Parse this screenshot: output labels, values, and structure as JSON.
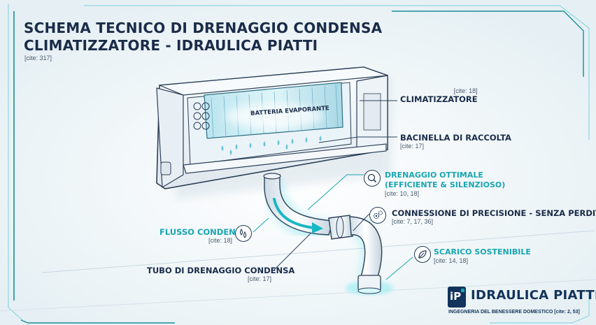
{
  "header": {
    "title_line1": "SCHEMA TECNICO DI DRENAGGIO CONDENSA",
    "title_line2": "CLIMATIZZATORE - IDRAULICA PIATTI",
    "cite": "[cite: 317]"
  },
  "unit": {
    "coil_label": "BATTERIA EVAPORANTE"
  },
  "labels": {
    "climatizzatore": {
      "title": "CLIMATIZZATORE",
      "cite": "[cite: 18]"
    },
    "bacinella": {
      "title": "BACINELLA DI RACCOLTA",
      "cite": "[cite: 17]"
    },
    "drenaggio": {
      "line1": "DRENAGGIO OTTIMALE",
      "line2": "(EFFICIENTE & SILENZIOSO)",
      "cite": "[cite: 10, 18]"
    },
    "connessione": {
      "title": "CONNESSIONE DI PRECISIONE - SENZA PERDITE",
      "cite": "[cite: 7, 17, 36]"
    },
    "flusso": {
      "title": "FLUSSO CONDENSA",
      "cite": "[cite: 18]"
    },
    "scarico": {
      "title": "SCARICO SOSTENIBILE",
      "cite": "[cite: 14, 18]"
    },
    "tubo": {
      "title": "TUBO DI DRENAGGIO CONDENSA",
      "cite": "[cite: 17]"
    }
  },
  "logo": {
    "mark": "iP",
    "name": "IDRAULICA PIATTI",
    "tagline": "INGEGNERIA DEL BENESSERE DOMESTICO [cite: 2, 53]"
  },
  "colors": {
    "navy": "#1b2c49",
    "teal": "#19a6b0",
    "glow": "#5fe0ea",
    "background": "#f3f8fa"
  },
  "icons": {
    "drenaggio": "magnifier-icon",
    "connessione": "gears-icon",
    "flusso": "droplets-icon",
    "scarico": "leaf-icon"
  }
}
